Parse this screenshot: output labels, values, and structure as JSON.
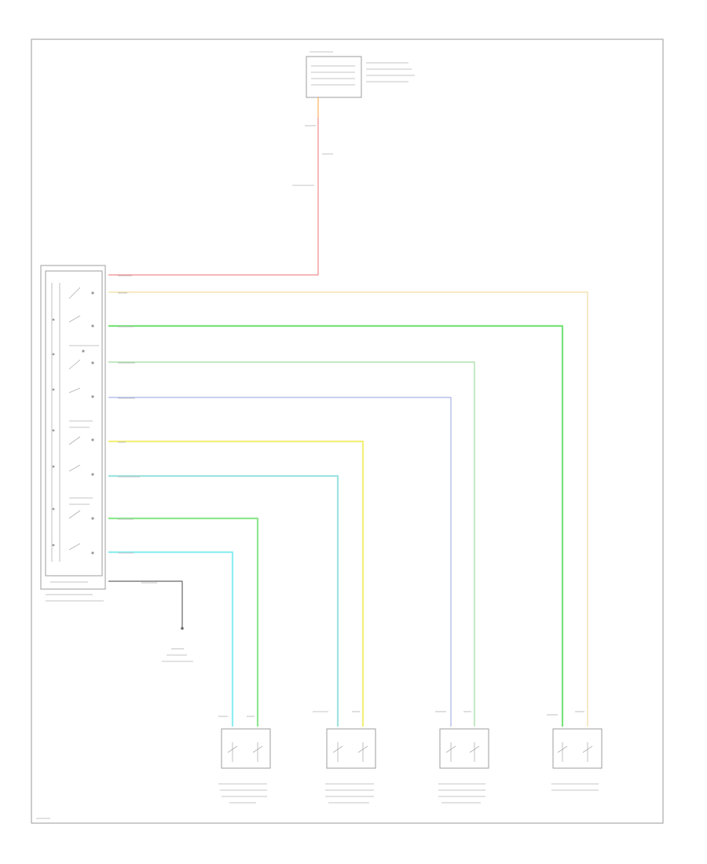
{
  "diagram": {
    "figure_code": "",
    "colors": {
      "red": "#f08a8a",
      "orange": "#ffb25c",
      "tan": "#f1dc9f",
      "green": "#79e27b",
      "dark_green": "#9fdc9f",
      "blue_violet": "#a9b2e6",
      "yellow": "#f3ef7b",
      "light_blue": "#9fe3e0",
      "light_green": "#8fe88f",
      "cyan": "#8feef2",
      "black": "#666666"
    },
    "wires": [
      {
        "id": "power-feed",
        "color_key": "red"
      },
      {
        "id": "fuse-lead",
        "color_key": "orange"
      },
      {
        "id": "wire-1",
        "color_key": "tan"
      },
      {
        "id": "wire-2",
        "color_key": "green"
      },
      {
        "id": "wire-3",
        "color_key": "dark_green"
      },
      {
        "id": "wire-4",
        "color_key": "blue_violet"
      },
      {
        "id": "wire-5",
        "color_key": "yellow"
      },
      {
        "id": "wire-6",
        "color_key": "light_blue"
      },
      {
        "id": "wire-7",
        "color_key": "light_green"
      },
      {
        "id": "wire-8",
        "color_key": "cyan"
      },
      {
        "id": "ground-lead",
        "color_key": "black"
      }
    ]
  }
}
